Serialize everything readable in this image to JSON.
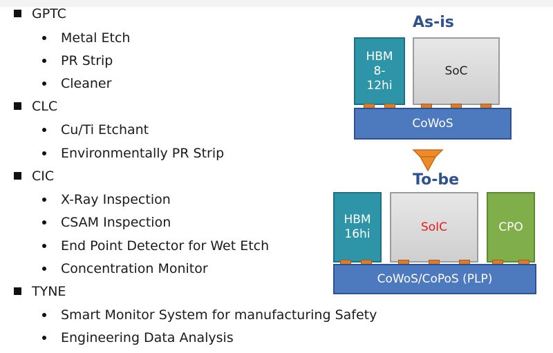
{
  "bullets": [
    {
      "title": "GPTC",
      "items": [
        "Metal Etch",
        "PR Strip",
        "Cleaner"
      ]
    },
    {
      "title": "CLC",
      "items": [
        "Cu/Ti Etchant",
        "Environmentally PR Strip"
      ]
    },
    {
      "title": "CIC",
      "items": [
        "X-Ray Inspection",
        "CSAM Inspection",
        "End Point Detector for Wet Etch",
        "Concentration Monitor"
      ]
    },
    {
      "title": "TYNE",
      "items": [
        "Smart Monitor System for manufacturing Safety",
        "Engineering Data Analysis"
      ]
    }
  ],
  "diagram": {
    "as_is": {
      "title": "As-is",
      "hbm": "HBM\n8-\n12hi",
      "soc": "SoC",
      "substrate": "CoWoS"
    },
    "to_be": {
      "title": "To-be",
      "hbm": "HBM\n16hi",
      "soic": "SoIC",
      "cpo": "CPO",
      "substrate": "CoWoS/CoPoS (PLP)"
    },
    "colors": {
      "title": "#2f528f",
      "hbm": "#2e95a8",
      "substrate": "#4d79be",
      "cpo": "#7fae4a",
      "bump": "#d97d2c",
      "arrow": "#ed8b2b",
      "soic_text": "#e31e1e"
    }
  }
}
